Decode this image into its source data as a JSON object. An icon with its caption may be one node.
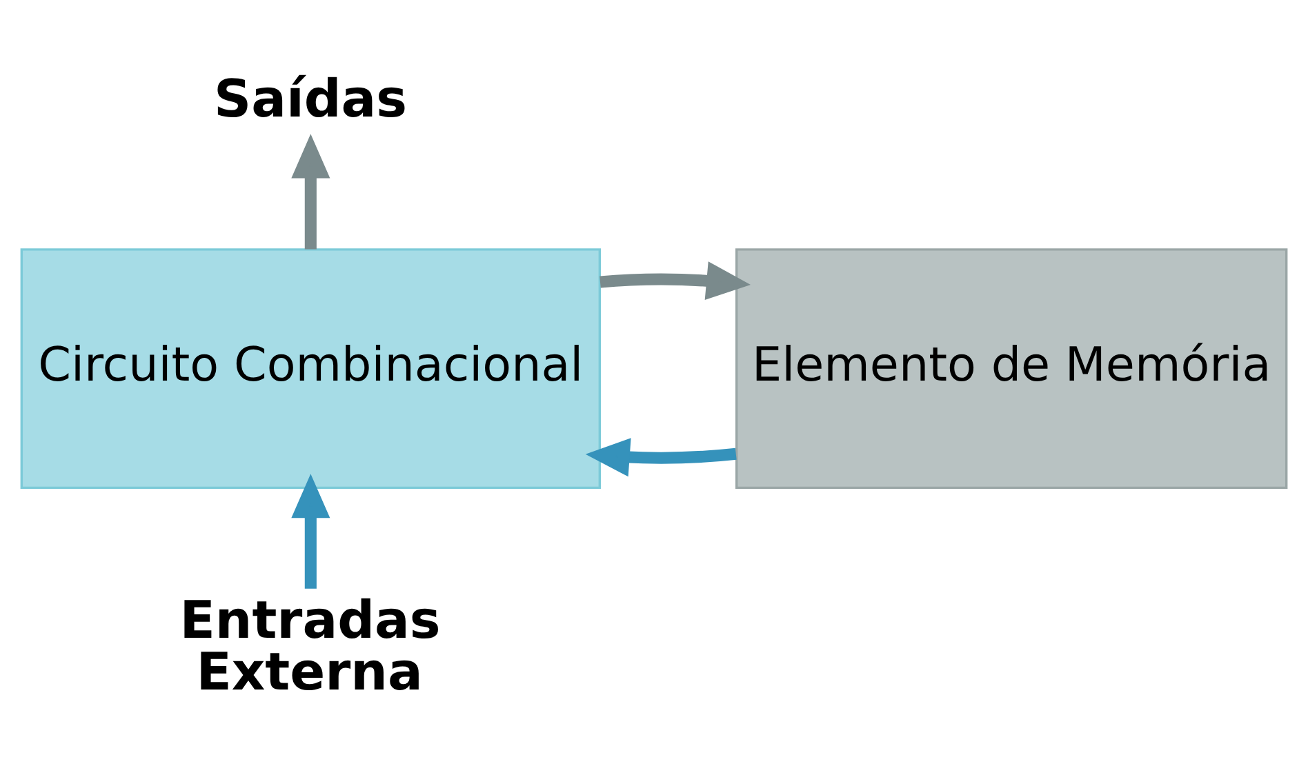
{
  "diagram": {
    "nodes": [
      {
        "text": [
          "Saídas"
        ]
      },
      {
        "text": [
          "Circuito Combinacional"
        ]
      },
      {
        "text": [
          "Elemento de Memória"
        ]
      },
      {
        "text": [
          "Entradas Externa"
        ]
      }
    ],
    "edges": [
      {
        "from": 1,
        "to": 0,
        "arrow": "to"
      },
      {
        "from": 1,
        "to": 2,
        "arrow": "to"
      },
      {
        "from": 3,
        "to": 1,
        "arrow": "to",
        "color": "#3592bb"
      },
      {
        "from": 2,
        "to": 1,
        "arrow": "to",
        "color": "#3592bb"
      }
    ]
  }
}
